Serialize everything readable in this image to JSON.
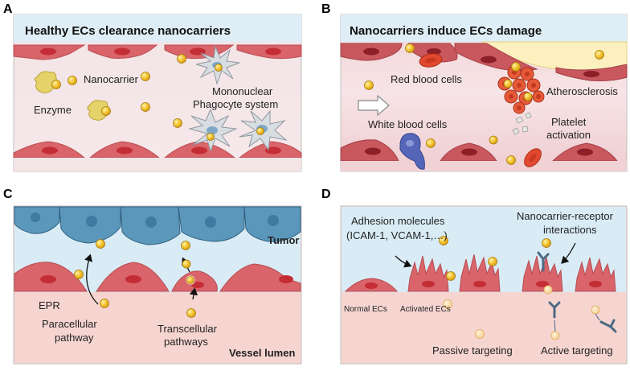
{
  "panels": {
    "a": {
      "letter": "A",
      "title": "Healthy ECs clearance nanocarriers",
      "labels": {
        "nanocarrier": "Nanocarrier",
        "enzyme": "Enzyme",
        "mono1": "Mononuclear",
        "mono2": "Phagocyte system"
      }
    },
    "b": {
      "letter": "B",
      "title": "Nanocarriers induce ECs damage",
      "labels": {
        "rbc": "Red blood cells",
        "athero": "Atherosclerosis",
        "wbc": "White blood cells",
        "platelet1": "Platelet",
        "platelet2": "activation"
      }
    },
    "c": {
      "letter": "C",
      "labels": {
        "tumor": "Tumor",
        "vessel": "Vessel lumen",
        "epr": "EPR",
        "para1": "Paracellular",
        "para2": "pathway",
        "trans1": "Transcellular",
        "trans2": "pathways"
      }
    },
    "d": {
      "letter": "D",
      "labels": {
        "adh1": "Adhesion molecules",
        "adh2": "(ICAM-1, VCAM-1,…)",
        "ncr1": "Nanocarrier-receptor",
        "ncr2": "interactions",
        "normal": "Normal ECs",
        "activated": "Activated ECs",
        "passive": "Passive targeting",
        "active": "Active targeting"
      }
    }
  },
  "colors": {
    "endothelial": "#d9646a",
    "nucleus": "#c42d35",
    "nanocarrier": "#f2c233",
    "blue_region": "#d9ecf6",
    "pink_region": "#f6d5d1",
    "tumor_cell": "#5c99bc"
  }
}
